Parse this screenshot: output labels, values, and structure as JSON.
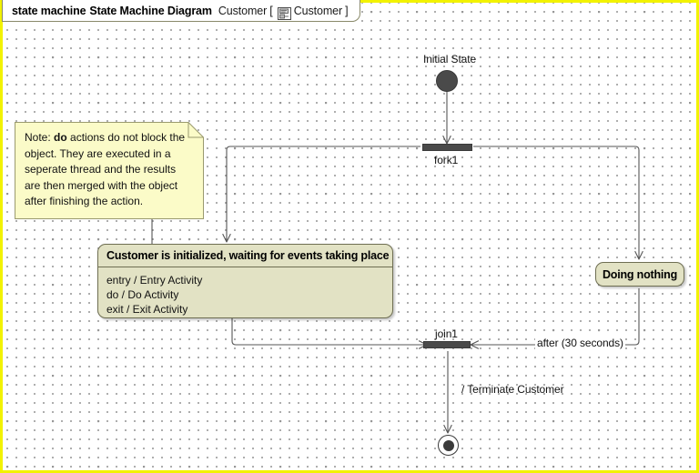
{
  "header": {
    "keyword": "state machine",
    "diagram_name": "State Machine Diagram",
    "context_name": "Customer",
    "bracket_open": "[",
    "bracket_close": "]",
    "context_target": "Customer",
    "context_icon": "state-machine-icon"
  },
  "note": {
    "line1_prefix": "Note: ",
    "line1_bold": "do",
    "line1_suffix": " actions do not block the",
    "line2": "object. They are executed in a",
    "line3": "seperate thread and the results",
    "line4": "are then merged with the object",
    "line5": "after finishing the action.",
    "full_text": "Note: do actions do not block the object. They are executed in a seperate thread and the results are then merged with the object after finishing the action."
  },
  "nodes": {
    "initial_state": {
      "label": "Initial State"
    },
    "fork": {
      "label": "fork1"
    },
    "join": {
      "label": "join1"
    },
    "composite_state": {
      "title": "Customer is initialized, waiting for events taking place",
      "entry": "entry / Entry Activity",
      "do": "do / Do Activity",
      "exit": "exit / Exit Activity"
    },
    "doing_nothing": {
      "label": "Doing nothing"
    },
    "final_state": {
      "label": ""
    }
  },
  "transitions": {
    "after_30_seconds": "after (30 seconds)",
    "terminate_customer": "/ Terminate Customer"
  },
  "colors": {
    "frame": "#f2f200",
    "state_fill": "#e2e2c4",
    "state_border": "#6e6e52",
    "note_fill": "#fbfbc8",
    "note_border": "#9a9a6e",
    "pseudostate": "#4a4a4a",
    "line": "#555555",
    "canvas": "#ffffff"
  }
}
